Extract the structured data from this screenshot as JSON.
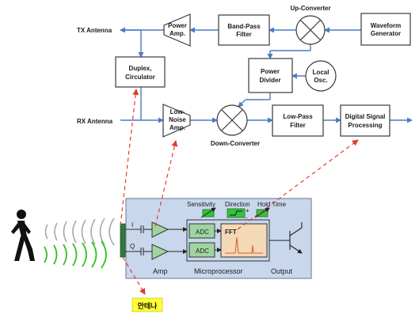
{
  "diagram": {
    "tx_antenna": "TX Antenna",
    "rx_antenna": "RX Antenna",
    "power_amp": [
      "Power",
      "Amp."
    ],
    "band_pass_filter": [
      "Band-Pass",
      "Filter"
    ],
    "up_converter": "Up-Converter",
    "waveform_generator": [
      "Waveform",
      "Generator"
    ],
    "duplex_circulator": [
      "Duplex,",
      "Circulator"
    ],
    "power_divider": [
      "Power",
      "Divider"
    ],
    "local_osc": [
      "Local",
      "Osc."
    ],
    "low_noise_amp": [
      "Low-",
      "Noise",
      "Amp."
    ],
    "down_converter": "Down-Converter",
    "low_pass_filter": [
      "Low-Pass",
      "Filter"
    ],
    "dsp": [
      "Digital Signal",
      "Processing"
    ]
  },
  "module": {
    "sensitivity": "Sensitivity",
    "direction": "Direction",
    "hold_time": "Hold Time",
    "plus": "+",
    "minus": "-",
    "i_label": "I",
    "q_label": "Q",
    "adc_1": "ADC",
    "adc_2": "ADC",
    "fft": "FFT",
    "amp": "Amp",
    "microprocessor": "Microprocessor",
    "output": "Output"
  },
  "antenna_note": "안테나",
  "colors": {
    "block_border": "#3a3a3a",
    "signal_line": "#4a7bc4",
    "dashed_arrow": "#e23b2e",
    "module_fill": "#c9d7ec",
    "note_fill": "#ffff33",
    "amp_fill": "#9fd4a0"
  }
}
